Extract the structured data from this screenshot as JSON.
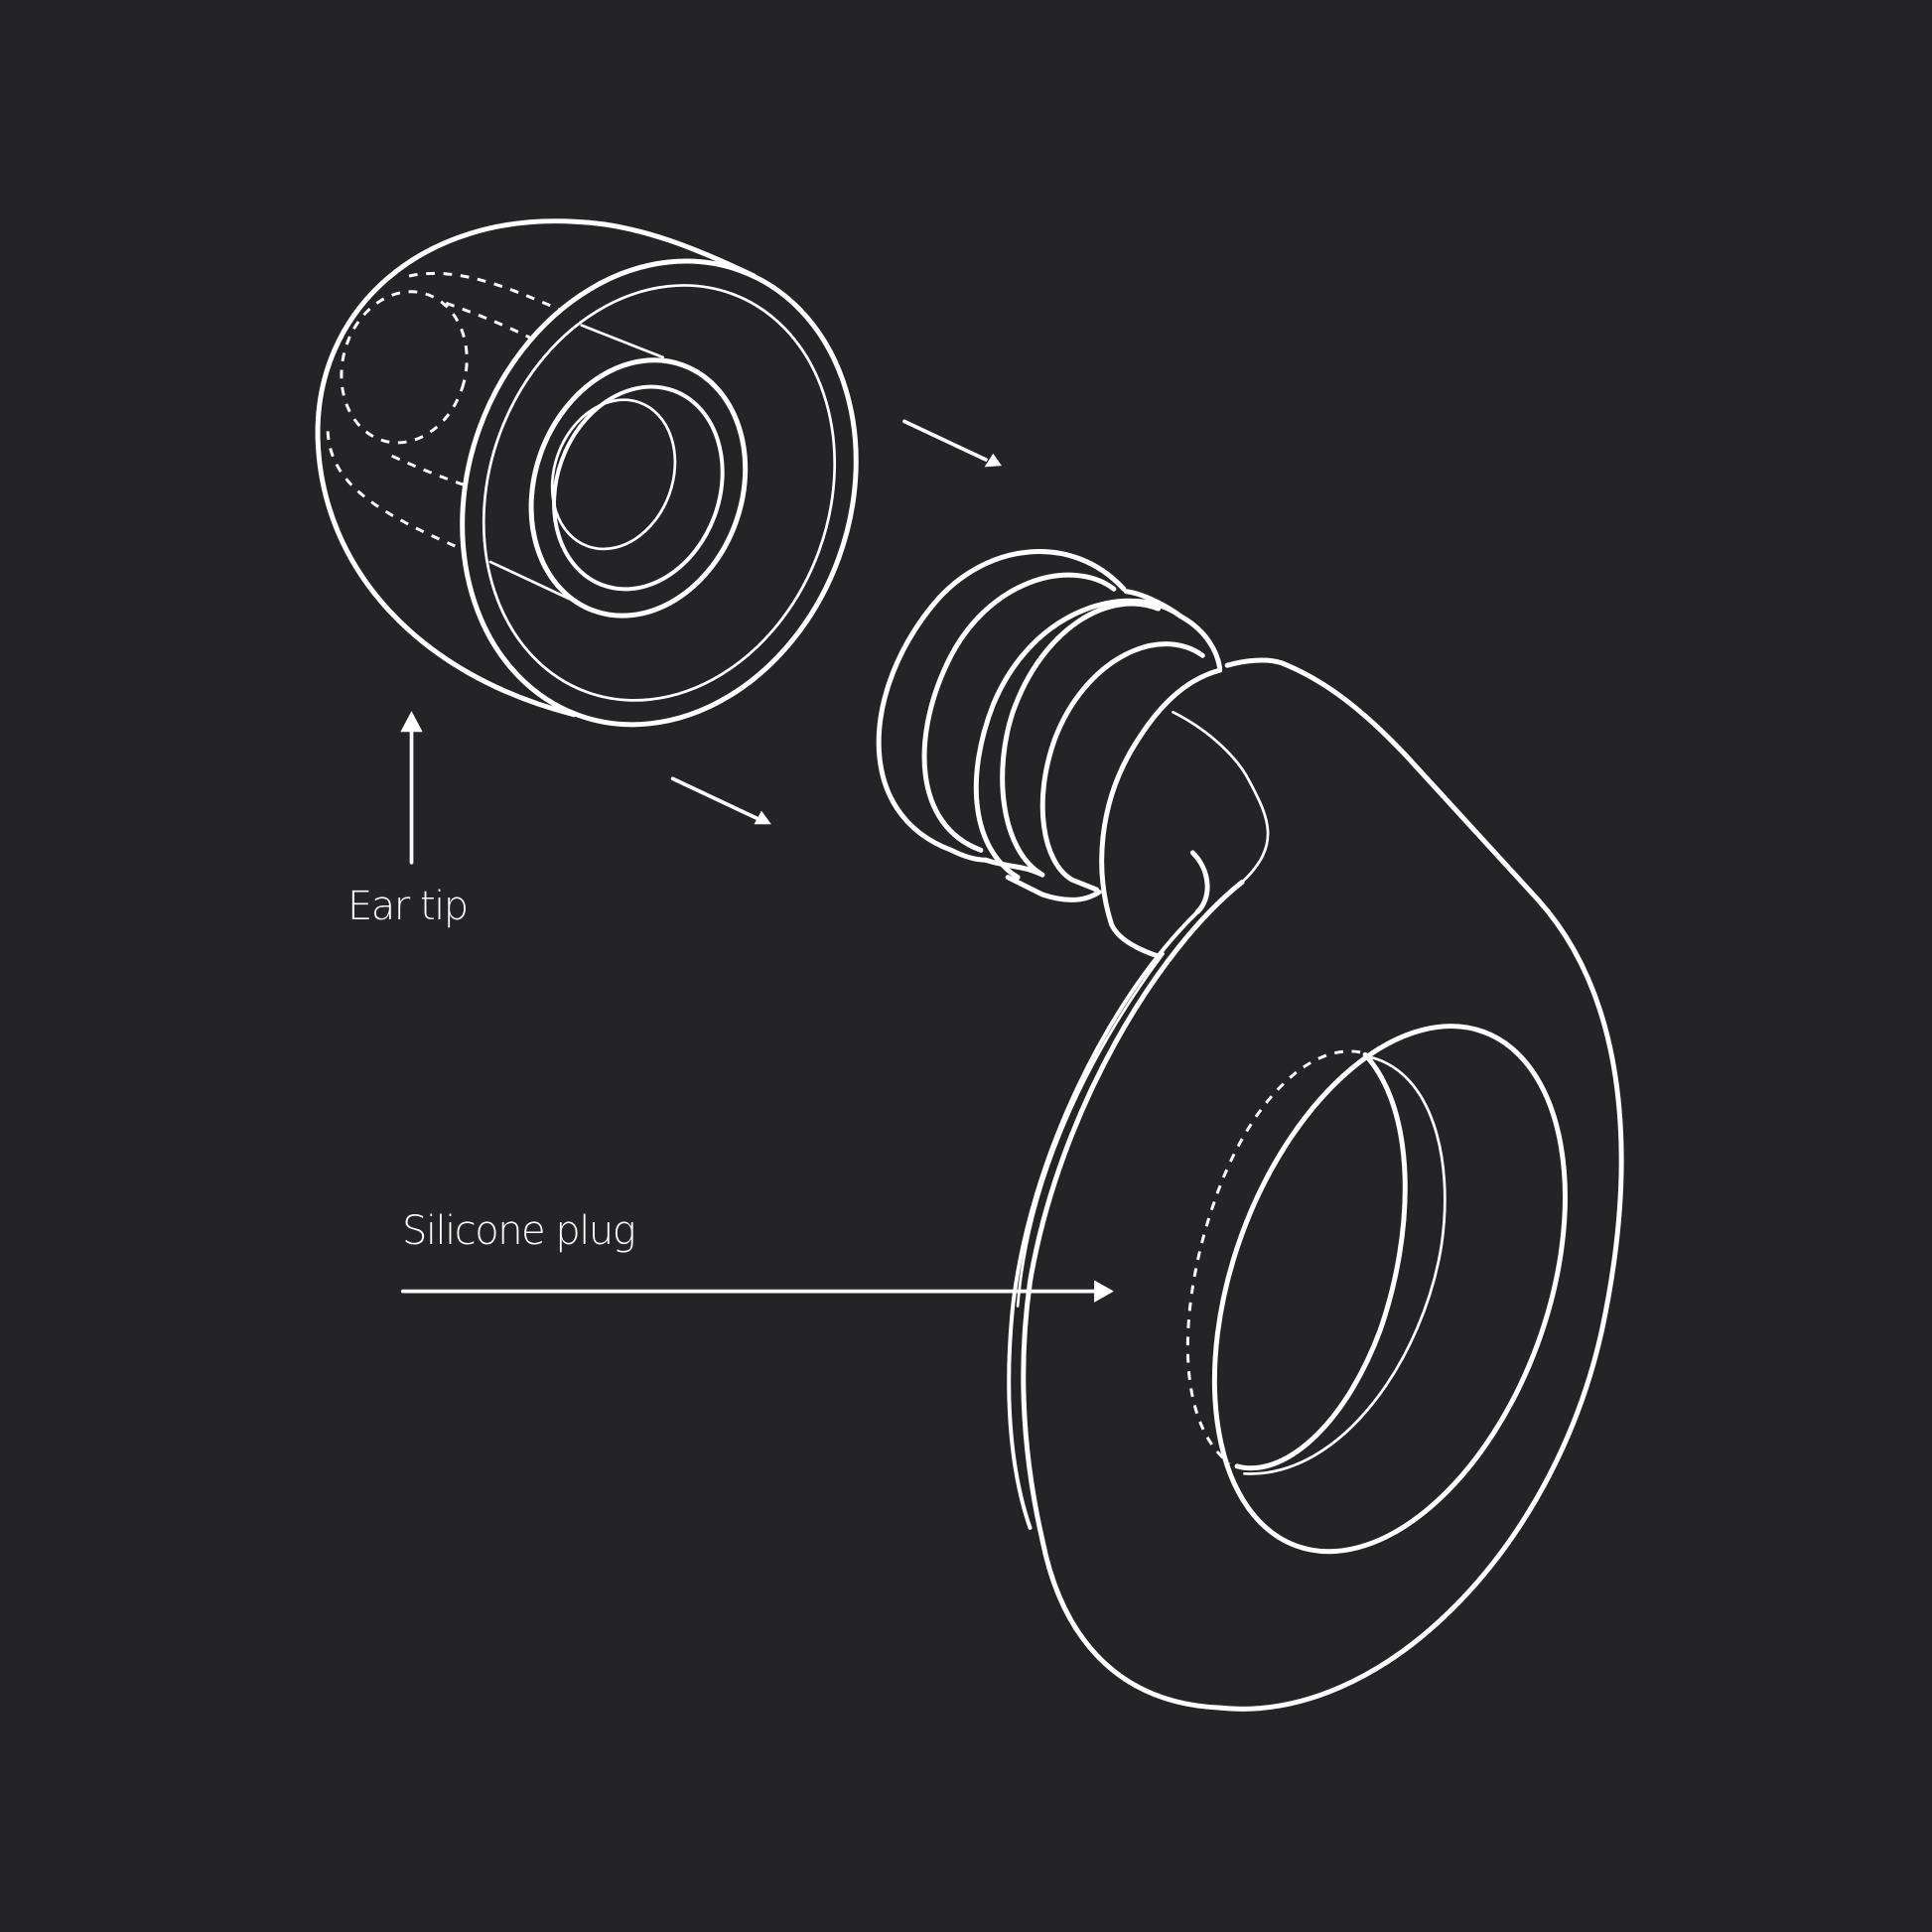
{
  "diagram": {
    "background_color": "#242426",
    "line_color": "#ffffff",
    "labels": {
      "ear_tip": "Ear tip",
      "silicone_plug": "Silicone plug"
    },
    "components": [
      {
        "id": "ear-tip",
        "name": "Ear tip",
        "pointer": "arrow pointing up from label to ear tip"
      },
      {
        "id": "silicone-plug",
        "name": "Silicone plug",
        "pointer": "arrow pointing right from label into plug ring"
      }
    ],
    "assembly_arrows": [
      {
        "id": "assembly-arrow-upper",
        "direction": "down-right"
      },
      {
        "id": "assembly-arrow-lower",
        "direction": "down-right"
      }
    ],
    "icons": {
      "ear_tip_illustration": "ear-tip-icon",
      "silicone_plug_illustration": "silicone-plug-icon"
    }
  }
}
